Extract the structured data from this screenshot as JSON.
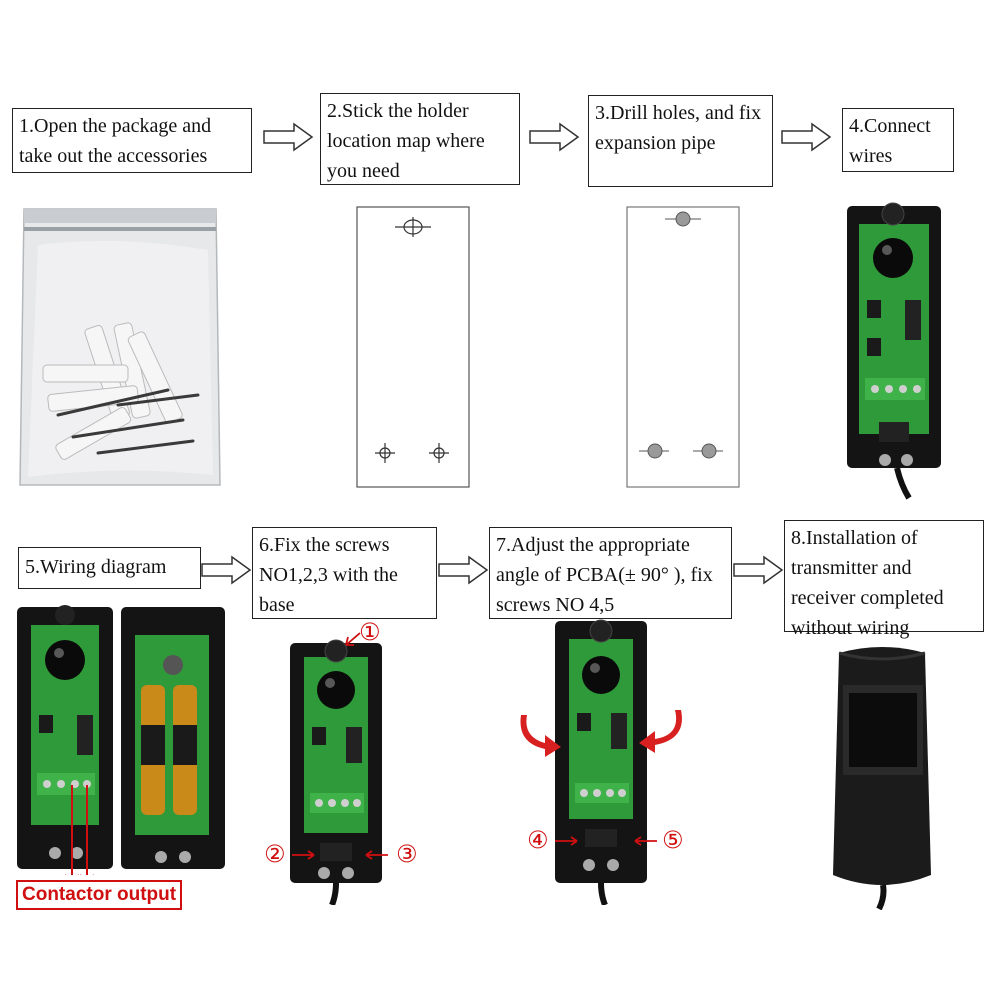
{
  "steps": [
    {
      "text": "1.Open the package and take out the accessories"
    },
    {
      "text": "2.Stick the holder location map where you need"
    },
    {
      "text": "3.Drill holes, and fix expansion pipe"
    },
    {
      "text": "4.Connect wires"
    },
    {
      "text": "5.Wiring diagram"
    },
    {
      "text": "6.Fix the screws NO1,2,3 with the base"
    },
    {
      "text": "7.Adjust the appropriate angle of PCBA(± 90° ), fix screws NO 4,5"
    },
    {
      "text": "8.Installation of transmitter and receiver completed without wiring"
    }
  ],
  "contactor_label": "Contactor output",
  "markers": [
    "①",
    "②",
    "③",
    "④",
    "⑤"
  ],
  "colors": {
    "accent_red": "#d01010",
    "pcb_green": "#2f9a3a",
    "housing": "#141414"
  }
}
